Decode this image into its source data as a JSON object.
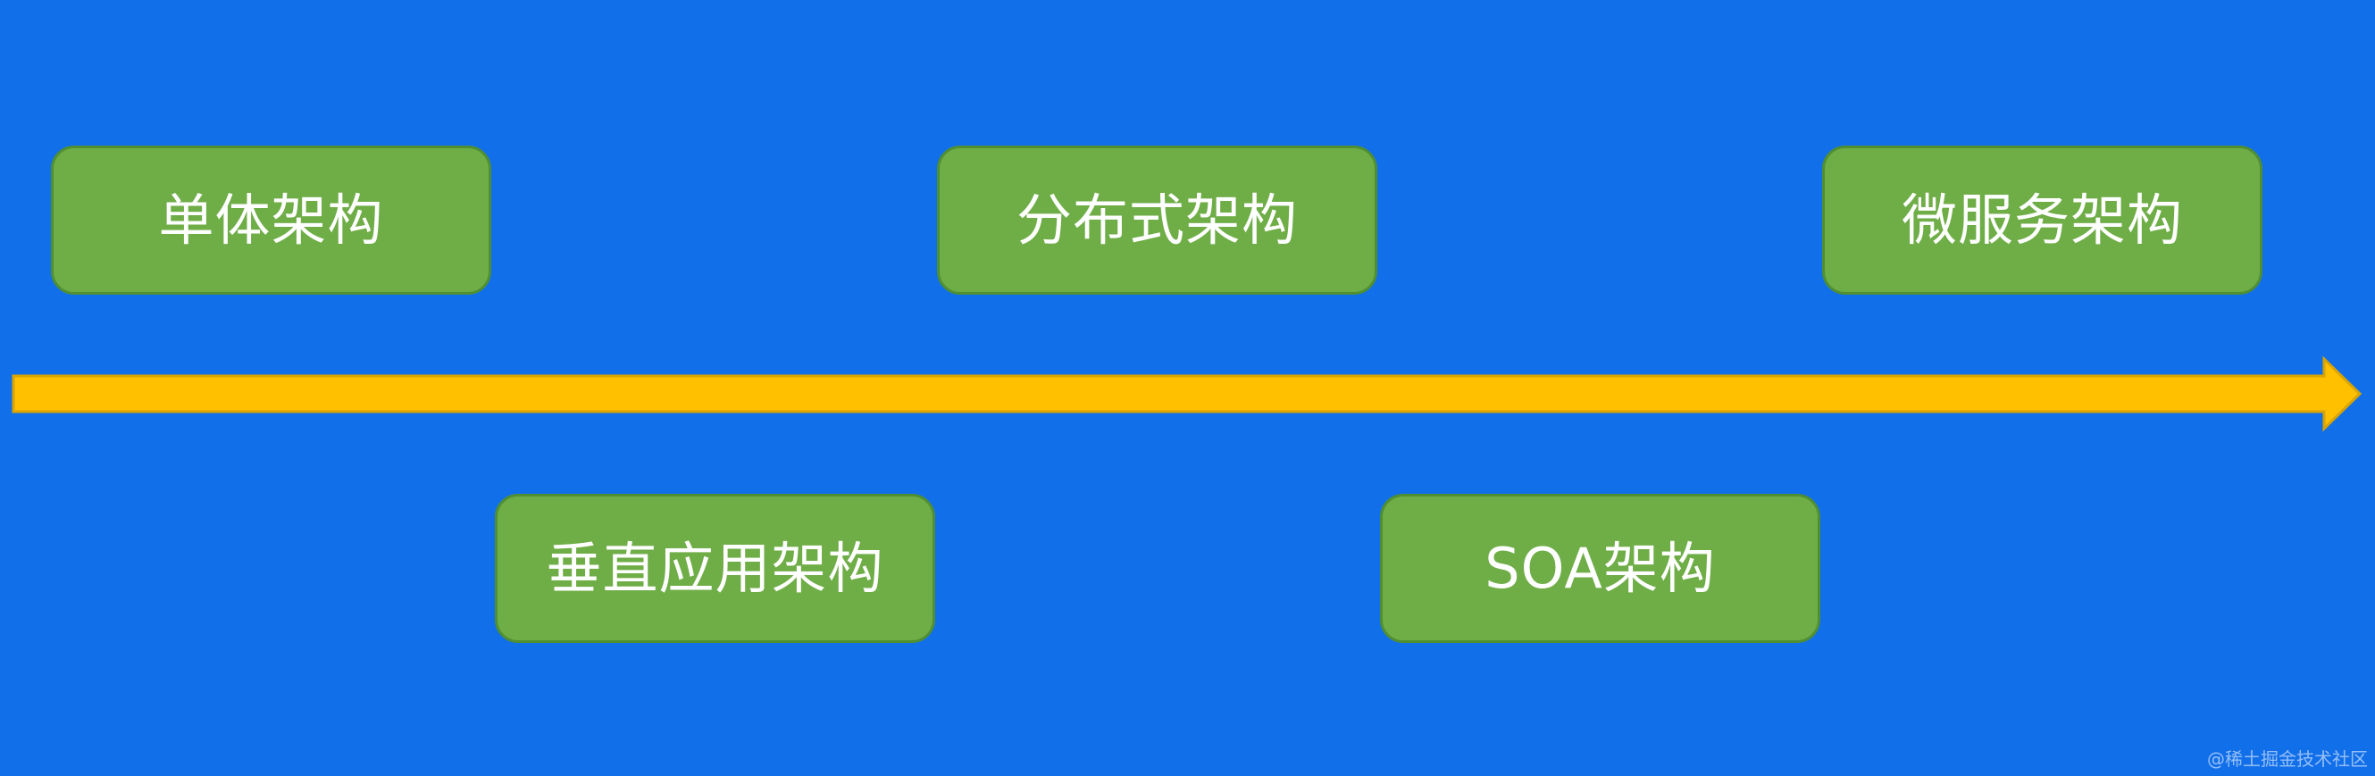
{
  "diagram": {
    "stages": [
      {
        "id": "monolithic",
        "label": "单体架构"
      },
      {
        "id": "vertical",
        "label": "垂直应用架构"
      },
      {
        "id": "distributed",
        "label": "分布式架构"
      },
      {
        "id": "soa",
        "label": "SOA架构"
      },
      {
        "id": "microservices",
        "label": "微服务架构"
      }
    ],
    "colors": {
      "background": "#126fea",
      "stage_fill": "#6fad47",
      "stage_border": "#4f8f32",
      "arrow_fill": "#ffc000",
      "arrow_stroke": "#d9a400",
      "text": "#ffffff"
    }
  },
  "watermark": {
    "text": "@稀土掘金技术社区"
  }
}
